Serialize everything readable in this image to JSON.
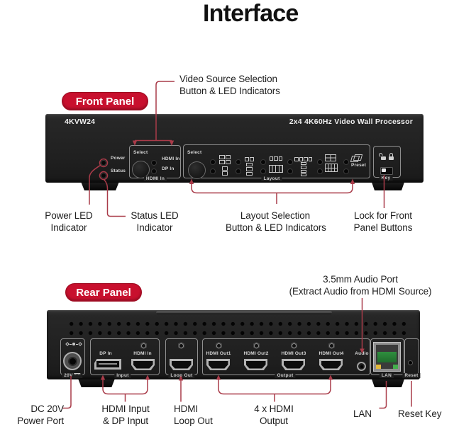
{
  "title": "Interface",
  "colors": {
    "badge_red": "#c8102e",
    "callout_line": "#a93b49",
    "panel_dark": "#1f1f1f"
  },
  "front": {
    "badge": "Front Panel",
    "model": "4KVW24",
    "product_name": "2x4 4K60Hz Video Wall Processor",
    "power_label": "Power",
    "status_label": "Status",
    "source_group": {
      "select": "Select",
      "hdmi_in_led": "HDMI In",
      "dp_in_led": "DP In",
      "label": "HDMI In"
    },
    "layout_group": {
      "select": "Select",
      "label": "Layout",
      "preset": "Preset"
    },
    "key_group": {
      "label": "Key"
    },
    "callouts": {
      "video_source": [
        "Video Source Selection",
        "Button & LED Indicators"
      ],
      "power": [
        "Power LED",
        "Indicator"
      ],
      "status": [
        "Status LED",
        "Indicator"
      ],
      "layout": [
        "Layout Selection",
        "Button & LED Indicators"
      ],
      "lock": [
        "Lock for Front",
        "Panel Buttons"
      ]
    }
  },
  "rear": {
    "badge": "Rear Panel",
    "dc_voltage": "20V",
    "group_labels": {
      "input": "Input",
      "loop_out": "Loop Out",
      "output": "Output",
      "lan": "LAN",
      "reset": "Reset"
    },
    "port_labels": {
      "dp_in": "DP In",
      "hdmi_in": "HDMI In",
      "audio": "Audio",
      "hdmi_out": [
        "HDMI Out1",
        "HDMI Out2",
        "HDMI Out3",
        "HDMI Out4"
      ]
    },
    "callouts": {
      "audio": [
        "3.5mm Audio Port",
        "(Extract Audio from HDMI Source)"
      ],
      "dc": [
        "DC 20V",
        "Power Port"
      ],
      "input": [
        "HDMI Input",
        "& DP Input"
      ],
      "loop": [
        "HDMI",
        "Loop Out"
      ],
      "output": [
        "4 x HDMI",
        "Output"
      ],
      "lan": "LAN",
      "reset": "Reset Key"
    }
  }
}
